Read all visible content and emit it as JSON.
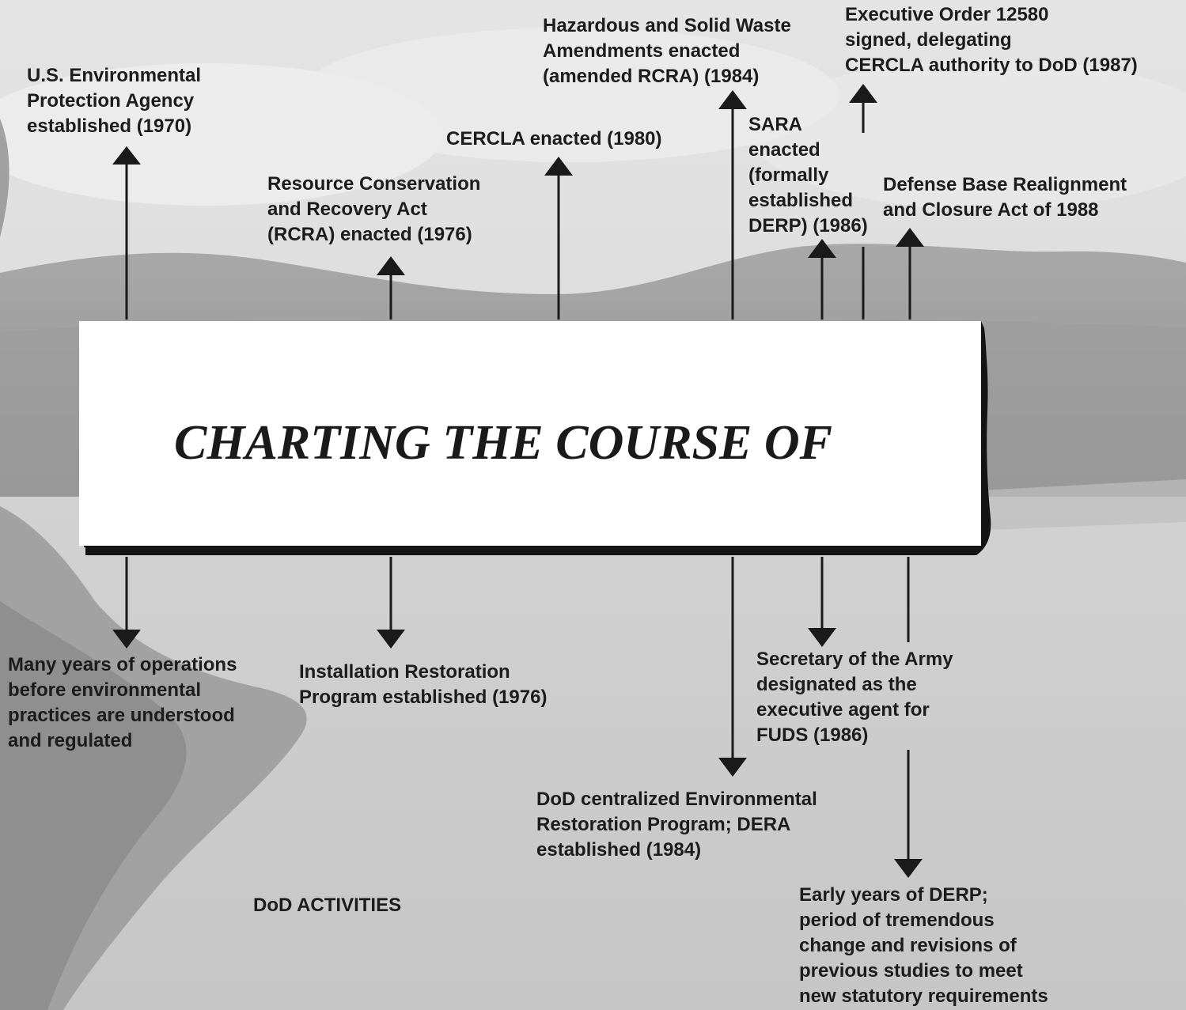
{
  "title": "CHARTING THE COURSE OF",
  "section_label": "DoD ACTIVITIES",
  "above_events": [
    {
      "id": "epa",
      "text": "U.S. Environmental\nProtection Agency\nestablished (1970)"
    },
    {
      "id": "rcra",
      "text": "Resource Conservation\nand Recovery Act\n(RCRA) enacted (1976)"
    },
    {
      "id": "cercla",
      "text": "CERCLA enacted (1980)"
    },
    {
      "id": "hswa",
      "text": "Hazardous and Solid Waste\nAmendments enacted\n(amended RCRA) (1984)"
    },
    {
      "id": "sara",
      "text": "SARA\nenacted\n(formally\nestablished\nDERP) (1986)"
    },
    {
      "id": "eo12580",
      "text": "Executive Order 12580\nsigned, delegating\nCERCLA authority to DoD (1987)"
    },
    {
      "id": "brac",
      "text": "Defense Base Realignment\nand Closure Act of 1988"
    }
  ],
  "below_events": [
    {
      "id": "early-ops",
      "text": "Many years of operations\nbefore environmental\npractices are understood\nand regulated"
    },
    {
      "id": "irp",
      "text": "Installation Restoration\nProgram established (1976)"
    },
    {
      "id": "dera",
      "text": "DoD centralized Environmental\nRestoration Program; DERA\nestablished (1984)"
    },
    {
      "id": "fuds",
      "text": "Secretary of the Army\ndesignated as the\nexecutive agent for\nFUDS (1986)"
    },
    {
      "id": "early-derp",
      "text": "Early years of DERP;\nperiod of tremendous\nchange and revisions of\nprevious studies to meet\nnew statutory requirements"
    }
  ],
  "colors": {
    "ink": "#1a1a1a",
    "banner": "#ffffff",
    "shadow": "#141414"
  }
}
